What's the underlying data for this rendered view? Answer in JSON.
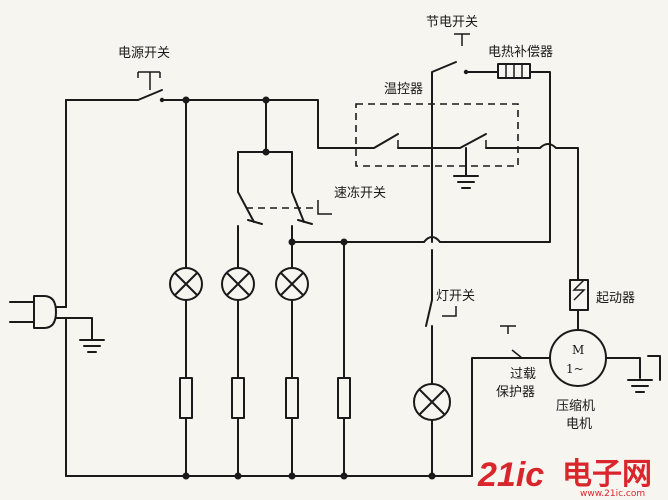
{
  "labels": {
    "power_switch": "电源开关",
    "energy_save_switch": "节电开关",
    "heater": "电热补偿器",
    "thermostat": "温控器",
    "quick_freeze_switch": "速冻开关",
    "lamp_switch": "灯开关",
    "starter": "起动器",
    "overload_line1": "过载",
    "overload_line2": "保护器",
    "compressor_line1": "压缩机",
    "compressor_line2": "电机",
    "motor_m": "M",
    "motor_ac": "1~"
  },
  "watermark": {
    "number": "21ic",
    "cn": "电子网",
    "url": "www.21ic.com"
  },
  "colors": {
    "line": "#1a1a1a",
    "background": "#f7f5f0",
    "watermark": "#d9262c"
  }
}
